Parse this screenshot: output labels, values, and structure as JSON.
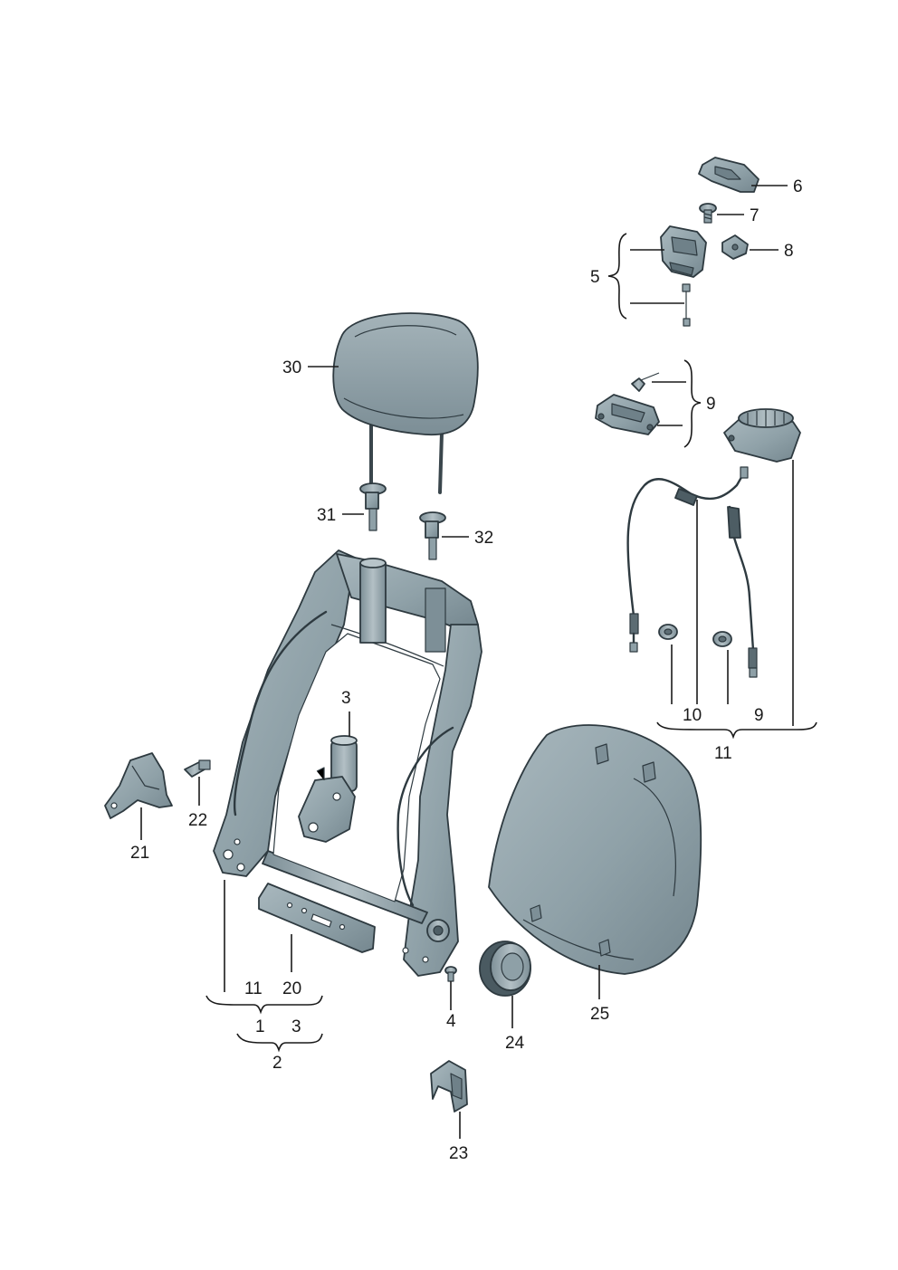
{
  "diagram": {
    "labels": [
      {
        "id": "l6",
        "text": "6"
      },
      {
        "id": "l7",
        "text": "7"
      },
      {
        "id": "l8",
        "text": "8"
      },
      {
        "id": "l5",
        "text": "5"
      },
      {
        "id": "l9a",
        "text": "9"
      },
      {
        "id": "l30",
        "text": "30"
      },
      {
        "id": "l31",
        "text": "31"
      },
      {
        "id": "l32",
        "text": "32"
      },
      {
        "id": "l3a",
        "text": "3"
      },
      {
        "id": "l10",
        "text": "10"
      },
      {
        "id": "l9b",
        "text": "9"
      },
      {
        "id": "l11a",
        "text": "11"
      },
      {
        "id": "l22",
        "text": "22"
      },
      {
        "id": "l21",
        "text": "21"
      },
      {
        "id": "l11b",
        "text": "11"
      },
      {
        "id": "l20",
        "text": "20"
      },
      {
        "id": "l1",
        "text": "1"
      },
      {
        "id": "l3b",
        "text": "3"
      },
      {
        "id": "l2",
        "text": "2"
      },
      {
        "id": "l4",
        "text": "4"
      },
      {
        "id": "l24",
        "text": "24"
      },
      {
        "id": "l25",
        "text": "25"
      },
      {
        "id": "l23",
        "text": "23"
      }
    ],
    "colors": {
      "part_fill": "#93a4ab",
      "part_fill_dark": "#6f8189",
      "part_fill_light": "#b7c4c9",
      "outline": "#2e3a40",
      "line": "#1a1a1a"
    }
  }
}
